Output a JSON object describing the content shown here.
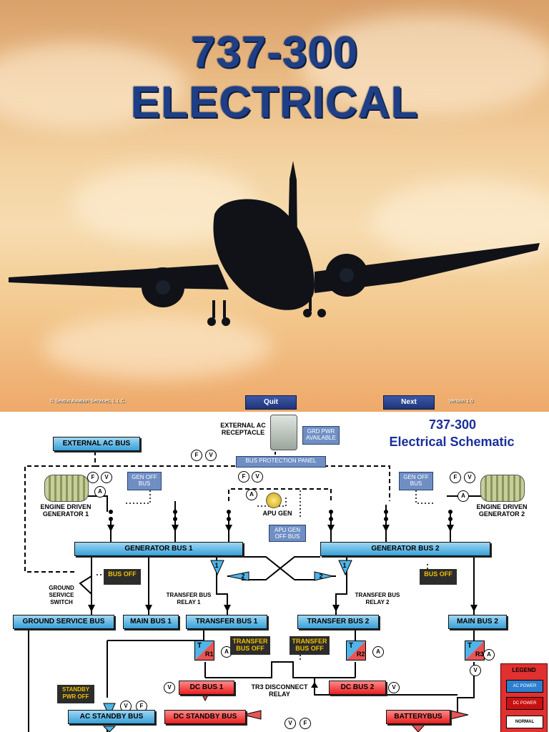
{
  "slide": {
    "title_line1": "737-300",
    "title_line2": "ELECTRICAL",
    "copyright": "© Sextus Aviation Services, L.L.C.",
    "version": "Version 1.0",
    "quit_label": "Quit",
    "next_label": "Next"
  },
  "schematic": {
    "title_line1": "737-300",
    "title_line2": "Electrical Schematic",
    "external_ac_receptacle": "EXTERNAL AC\nRECEPTACLE",
    "grd_pwr_available": "GRD PWR\nAVAILABLE",
    "external_ac_bus": "EXTERNAL AC BUS",
    "bus_protection_panel": "BUS PROTECTION PANEL",
    "gen_off_bus_1": "GEN OFF\nBUS",
    "gen_off_bus_2": "GEN OFF\nBUS",
    "engine_gen_1": "ENGINE DRIVEN\nGENERATOR 1",
    "engine_gen_2": "ENGINE DRIVEN\nGENERATOR 2",
    "apu_gen": "APU GEN",
    "apu_gen_off_bus": "APU GEN\nOFF BUS",
    "generator_bus_1": "GENERATOR BUS 1",
    "generator_bus_2": "GENERATOR BUS 2",
    "bus_off_1": "BUS OFF",
    "bus_off_2": "BUS OFF",
    "ground_service_switch": "GROUND\nSERVICE\nSWITCH",
    "transfer_bus_relay_1": "TRANSFER BUS\nRELAY 1",
    "transfer_bus_relay_2": "TRANSFER BUS\nRELAY 2",
    "ground_service_bus": "GROUND SERVICE BUS",
    "main_bus_1": "MAIN BUS 1",
    "transfer_bus_1": "TRANSFER BUS 1",
    "transfer_bus_2": "TRANSFER BUS 2",
    "main_bus_2": "MAIN BUS 2",
    "transfer_bus_off_1": "TRANSFER\nBUS OFF",
    "transfer_bus_off_2": "TRANSFER\nBUS OFF",
    "tr3_disconnect_relay": "TR3 DISCONNECT\nRELAY",
    "dc_bus_1": "DC BUS 1",
    "dc_bus_2": "DC BUS 2",
    "standby_pwr_off": "STANDBY\nPWR OFF",
    "ac_standby_bus": "AC STANDBY BUS",
    "dc_standby_bus": "DC STANDBY BUS",
    "battery_bus": "BATTERYBUS",
    "legend_title": "LEGEND",
    "legend_ac": "AC POWER",
    "legend_dc": "DC POWER",
    "legend_normal": "NORMAL",
    "meter_f": "F",
    "meter_v": "V",
    "meter_a": "A",
    "tr_t": "T",
    "tr_r1": "R1",
    "tr_r2": "R2",
    "tr_r3": "R3",
    "relay_num_1": "1",
    "relay_num_2": "2",
    "colors": {
      "ac": "#38a0d8",
      "dc": "#e82020",
      "title": "#1a2e9a"
    }
  }
}
